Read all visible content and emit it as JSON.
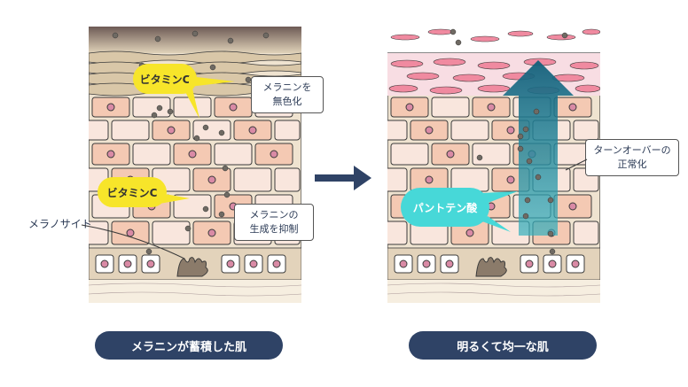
{
  "left": {
    "vitamin_c_top": "ビタミンC",
    "vitamin_c_mid": "ビタミンC",
    "callout_top": "メラニンを\n無色化",
    "callout_bottom": "メラニンの\n生成を抑制",
    "melanocyte_label": "メラノサイト",
    "caption": "メラニンが蓄積した肌"
  },
  "right": {
    "pantothenic": "パントテン酸",
    "callout": "ターンオーバーの\n正常化",
    "caption": "明るくて均一な肌"
  },
  "colors": {
    "skin_bg": "#efe3d0",
    "cell_fill": "#f4c9b3",
    "cell_pale": "#f9e6dd",
    "stroke": "#3b3b3b",
    "melanin": "#6f6a63",
    "arrow_dark": "#2f4366",
    "teal_arrow": "#1a8a9a",
    "pink_flakes": "#f08aa0"
  }
}
